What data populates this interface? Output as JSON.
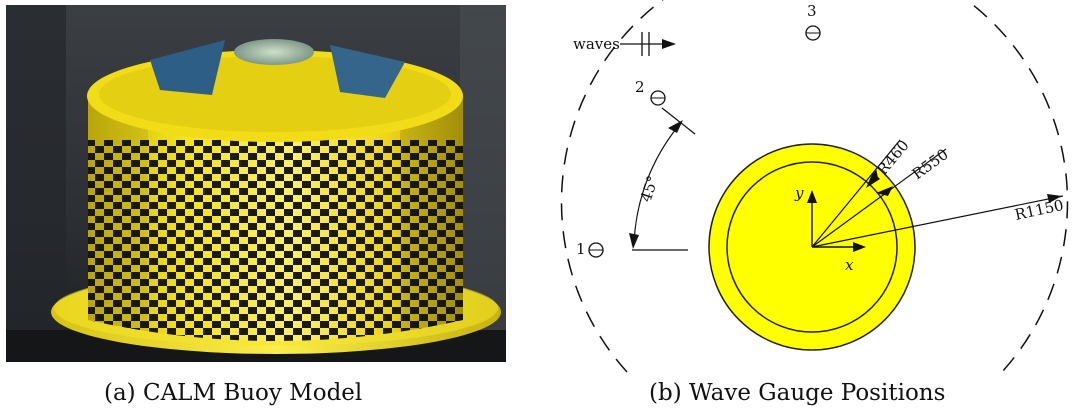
{
  "captions": {
    "a": "(a) CALM Buoy Model",
    "b": "(b) Wave Gauge Positions"
  },
  "diagram": {
    "waves_label": "waves",
    "gauges": [
      "1",
      "2",
      "3"
    ],
    "angle_label": "45°",
    "radius_labels": [
      "R460",
      "R550",
      "R1150"
    ],
    "axes": {
      "x": "x",
      "y": "y"
    },
    "colors": {
      "buoy_fill": "#ffff00",
      "buoy_stroke": "#222222",
      "photo_yellow": "#f2dd16",
      "photo_background": "#2a2d31"
    }
  }
}
